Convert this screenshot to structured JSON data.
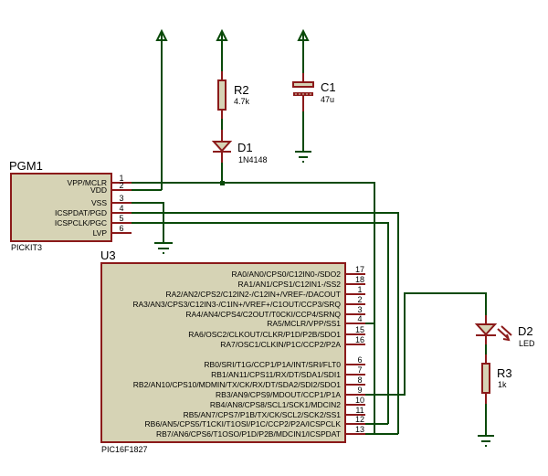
{
  "colors": {
    "wire": "#0a4a0a",
    "component_outline": "#8b1a1a",
    "component_fill": "#d6d3b5",
    "background": "#ffffff"
  },
  "components": {
    "pgm1": {
      "ref": "PGM1",
      "value": "PICKIT3",
      "pins": [
        {
          "num": "1",
          "label": "VPP/MCLR"
        },
        {
          "num": "2",
          "label": "VDD"
        },
        {
          "num": "3",
          "label": "VSS"
        },
        {
          "num": "4",
          "label": "ICSPDAT/PGD"
        },
        {
          "num": "5",
          "label": "ICSPCLK/PGC"
        },
        {
          "num": "6",
          "label": "LVP"
        }
      ]
    },
    "u3": {
      "ref": "U3",
      "value": "PIC16F1827",
      "pins": [
        {
          "num": "17",
          "label": "RA0/AN0/CPS0/C12IN0-/SDO2"
        },
        {
          "num": "18",
          "label": "RA1/AN1/CPS1/C12IN1-/SS2"
        },
        {
          "num": "1",
          "label": "RA2/AN2/CPS2/C12IN2-/C12IN+/VREF-/DACOUT"
        },
        {
          "num": "2",
          "label": "RA3/AN3/CPS3/C12IN3-/C1IN+/VREF+/C1OUT/CCP3/SRQ"
        },
        {
          "num": "3",
          "label": "RA4/AN4/CPS4/C2OUT/T0CKI/CCP4/SRNQ"
        },
        {
          "num": "4",
          "label": "RA5/MCLR/VPP/SS1"
        },
        {
          "num": "15",
          "label": "RA6/OSC2/CLKOUT/CLKR/P1D/P2B/SDO1"
        },
        {
          "num": "16",
          "label": "RA7/OSC1/CLKIN/P1C/CCP2/P2A"
        },
        {
          "num": "6",
          "label": "RB0/SRI/T1G/CCP1/P1A/INT/SRI/FLT0"
        },
        {
          "num": "7",
          "label": "RB1/AN11/CPS11/RX/DT/SDA1/SDI1"
        },
        {
          "num": "8",
          "label": "RB2/AN10/CPS10/MDMIN/TX/CK/RX/DT/SDA2/SDI2/SDO1"
        },
        {
          "num": "9",
          "label": "RB3/AN9/CPS9/MDOUT/CCP1/P1A"
        },
        {
          "num": "10",
          "label": "RB4/AN8/CPS8/SCL1/SCK1/MDCIN2"
        },
        {
          "num": "11",
          "label": "RB5/AN7/CPS7/P1B/TX/CK/SCL2/SCK2/SS1"
        },
        {
          "num": "12",
          "label": "RB6/AN5/CPS5/T1CKI/T1OSI/P1C/CCP2/P2A/ICSPCLK"
        },
        {
          "num": "13",
          "label": "RB7/AN6/CPS6/T1OSO/P1D/P2B/MDCIN1/ICSPDAT"
        }
      ]
    },
    "r2": {
      "ref": "R2",
      "value": "4.7k"
    },
    "d1": {
      "ref": "D1",
      "value": "1N4148"
    },
    "c1": {
      "ref": "C1",
      "value": "47u"
    },
    "d2": {
      "ref": "D2",
      "value": "LED"
    },
    "r3": {
      "ref": "R3",
      "value": "1k"
    }
  }
}
